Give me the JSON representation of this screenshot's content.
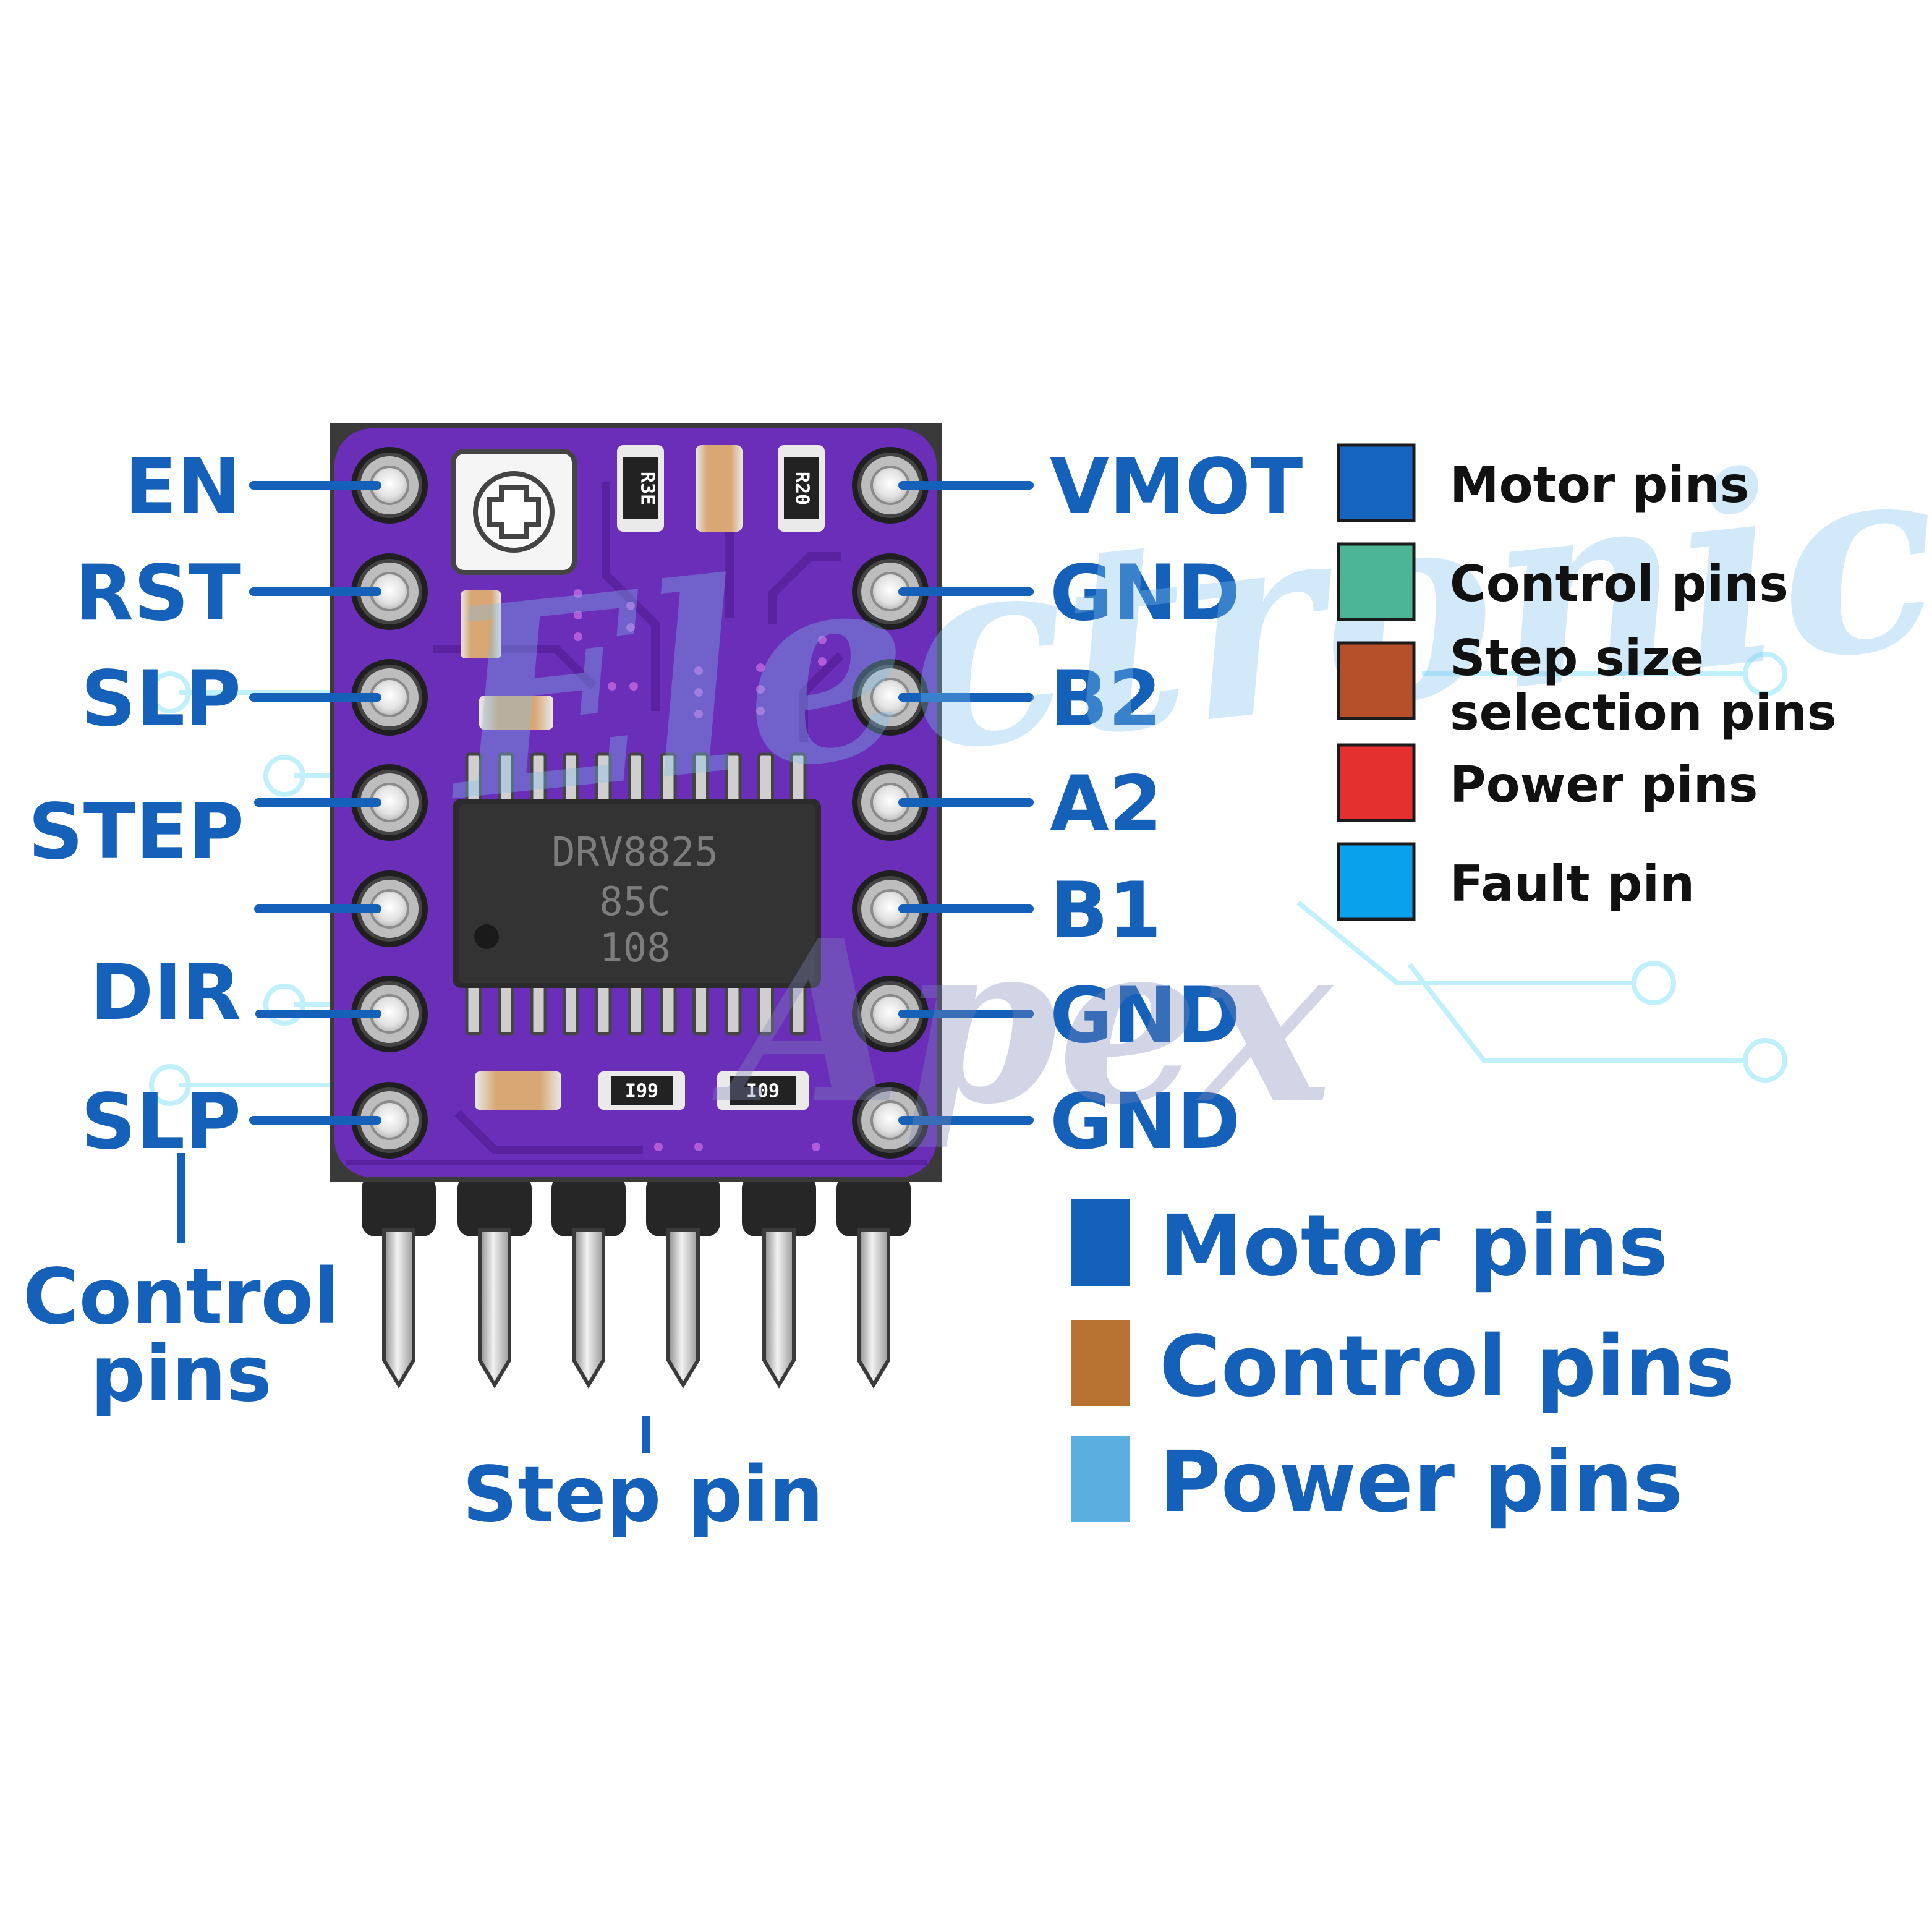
{
  "watermark": {
    "top": "Electronics",
    "bottom": "Apex"
  },
  "chip": {
    "line1": "DRV8825",
    "line2": "85C",
    "line3": "108"
  },
  "resistors": {
    "r1": "R3E",
    "r2": "R20",
    "r3": "I99",
    "r4": "I09"
  },
  "left_pins": [
    {
      "label": "EN"
    },
    {
      "label": "RST"
    },
    {
      "label": "SLP"
    },
    {
      "label": "STEP"
    },
    {
      "label": ""
    },
    {
      "label": "DIR"
    },
    {
      "label": "SLP"
    }
  ],
  "right_pins": [
    {
      "label": "VMOT"
    },
    {
      "label": "GND"
    },
    {
      "label": "B2"
    },
    {
      "label": "A2"
    },
    {
      "label": "B1"
    },
    {
      "label": "GND"
    },
    {
      "label": "GND"
    }
  ],
  "callouts": {
    "left_bottom": [
      "Control",
      "pins"
    ],
    "bottom": "Step pin"
  },
  "legend_small": [
    {
      "lines": [
        "Motor pins"
      ],
      "color": "#1565c0"
    },
    {
      "lines": [
        "Control pins"
      ],
      "color": "#4cb596"
    },
    {
      "lines": [
        "Step size",
        "selection pins"
      ],
      "color": "#b5502a"
    },
    {
      "lines": [
        "Power pins"
      ],
      "color": "#e53030"
    },
    {
      "lines": [
        "Fault pin"
      ],
      "color": "#0aa1ec"
    }
  ],
  "legend_big": [
    {
      "label": "Motor pins",
      "color": "#1560b8"
    },
    {
      "label": "Control pins",
      "color": "#b87333"
    },
    {
      "label": "Power pins",
      "color": "#5aaee0"
    }
  ],
  "colors": {
    "board": "#6a2eb8",
    "board_dark": "#5a22a0",
    "label_blue": "#1560b8",
    "circuit_cyan": "#bff0fb"
  }
}
